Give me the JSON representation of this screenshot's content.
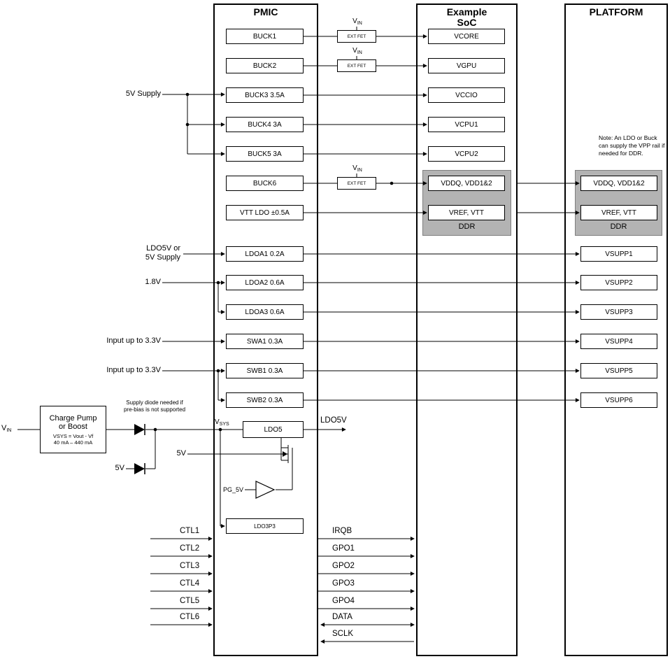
{
  "columns": {
    "pmic_title": "PMIC",
    "soc_title_line1": "Example",
    "soc_title_line2": "SoC",
    "platform_title": "PLATFORM"
  },
  "pmic": {
    "buck1": "BUCK1",
    "buck2": "BUCK2",
    "buck3": "BUCK3 3.5A",
    "buck4": "BUCK4 3A",
    "buck5": "BUCK5 3A",
    "buck6": "BUCK6",
    "vtt_ldo": "VTT LDO ±0.5A",
    "ldoa1": "LDOA1 0.2A",
    "ldoa2": "LDOA2 0.6A",
    "ldoa3": "LDOA3 0.6A",
    "swa1": "SWA1 0.3A",
    "swb1": "SWB1 0.3A",
    "swb2": "SWB2 0.3A",
    "ldo5": "LDO5",
    "ldo3p3": "LDO3P3"
  },
  "ext_fet": "EXT FET",
  "soc": {
    "vcore": "VCORE",
    "vgpu": "VGPU",
    "vccio": "VCCIO",
    "vcpu1": "VCPU1",
    "vcpu2": "VCPU2",
    "vddq": "VDDQ, VDD1&2",
    "vref": "VREF, VTT",
    "ddr": "DDR"
  },
  "platform": {
    "vddq": "VDDQ, VDD1&2",
    "vref": "VREF, VTT",
    "ddr": "DDR",
    "vsupp": [
      "VSUPP1",
      "VSUPP2",
      "VSUPP3",
      "VSUPP4",
      "VSUPP5",
      "VSUPP6"
    ],
    "note": "Note: An LDO or Buck can supply the VPP rail if needed for DDR."
  },
  "inputs": {
    "supply_5v": "5V Supply",
    "ldoa1_line1": "LDO5V or",
    "ldoa1_line2": "5V Supply",
    "v1p8": "1.8V",
    "input_3v3_a": "Input up to 3.3V",
    "input_3v3_b": "Input up to 3.3V",
    "five_v_diode": "5V",
    "five_v_fet": "5V"
  },
  "charge_pump": {
    "line1": "Charge Pump",
    "line2": "or Boost",
    "line3": "VSYS = Vout - Vf",
    "line4": "40 mA – 440 mA"
  },
  "notes": {
    "diode_line1": "Supply diode needed if",
    "diode_line2": "pre-bias is not supported"
  },
  "sub_labels": {
    "vin": {
      "main": "V",
      "sub": "IN"
    },
    "vsys": {
      "main": "V",
      "sub": "SYS"
    }
  },
  "outputs": {
    "ldo5v": "LDO5V",
    "pg_5v": "PG_5V"
  },
  "ctl": [
    "CTL1",
    "CTL2",
    "CTL3",
    "CTL4",
    "CTL5",
    "CTL6"
  ],
  "signals": [
    "IRQB",
    "GPO1",
    "GPO2",
    "GPO3",
    "GPO4",
    "DATA",
    "SCLK"
  ]
}
